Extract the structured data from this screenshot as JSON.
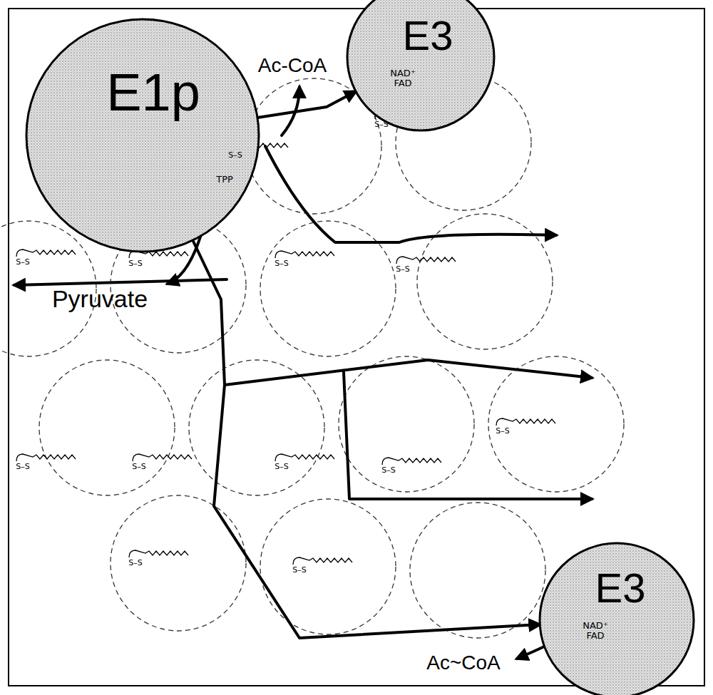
{
  "diagram": {
    "nodes": [
      {
        "text": [
          "E1p",
          "TPP"
        ]
      },
      {
        "text": [
          "E3",
          "NAD⁺ FAD"
        ]
      },
      {
        "text": [
          "E3",
          "NAD⁺ FAD"
        ]
      }
    ],
    "edges": [
      {
        "from": 0,
        "to": 1,
        "arrow": "to"
      },
      {
        "from": 0,
        "to": 2,
        "arrow": "to"
      }
    ],
    "labels": [
      "Ac-CoA",
      "Pyruvate",
      "Ac~CoA",
      "S–S",
      "S–S",
      "S–S",
      "S–S",
      "S–S",
      "S–S",
      "S–S",
      "S–S",
      "S–S",
      "S–S",
      "S–S",
      "S–S",
      "S–S"
    ]
  }
}
